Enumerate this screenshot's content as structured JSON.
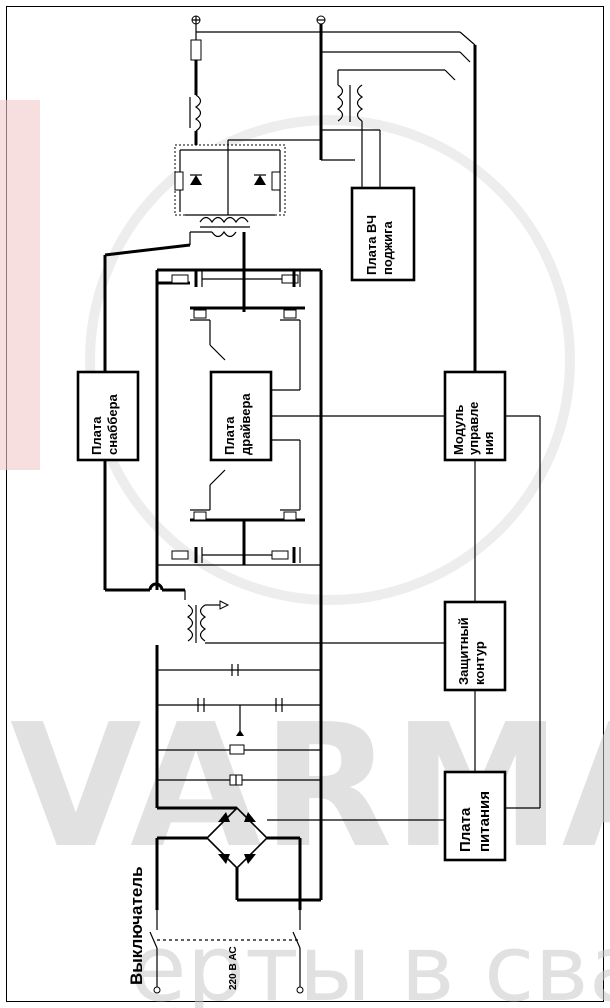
{
  "blocks": {
    "snubber": [
      "Плата",
      "снаббера"
    ],
    "driver": [
      "Плата",
      "драйвера"
    ],
    "hf_ignition": [
      "Плата ВЧ",
      "поджига"
    ],
    "control": [
      "Модуль",
      "управле",
      "ния"
    ],
    "protection": [
      "Защитный",
      "контур"
    ],
    "power": [
      "Плата",
      "питания"
    ]
  },
  "labels": {
    "switch": "Выключатель",
    "mains": "220 В АС"
  },
  "watermark": {
    "line1": "VARMA",
    "line2": "ерты в сва"
  }
}
